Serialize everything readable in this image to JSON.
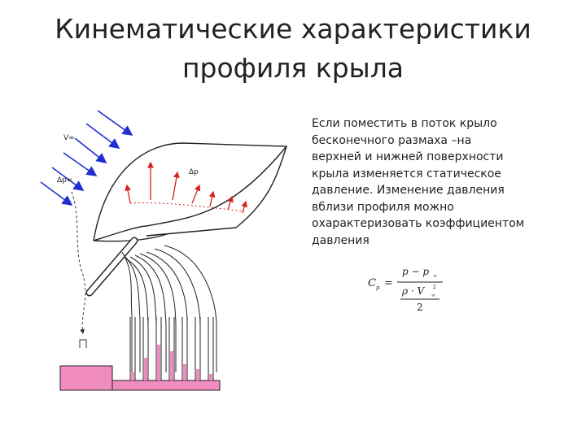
{
  "title": {
    "line1": "Кинематические характеристики",
    "line2": "профиля крыла"
  },
  "body": {
    "lines": [
      "Если поместить в поток крыло",
      "бесконечного размаха –на",
      "верхней и нижней поверхности",
      "крыла изменяется статическое",
      "давление. Изменение давления",
      "вблизи профиля можно",
      "охарактеризовать  коэффициентом",
      "давления"
    ]
  },
  "figure": {
    "label_v": "V∞",
    "label_dp": "Δp∞",
    "label_p": "Δp",
    "flow_arrow_color": "#1f2ed0",
    "pressure_arrow_color": "#d42020",
    "manometer_fill": "#f08cc0",
    "manometer_levels": [
      0.3,
      0.55,
      0.75,
      0.5,
      0.35,
      0.2,
      0.15,
      0.12
    ]
  },
  "formula": {
    "lhs": "C",
    "lhs_sub": "p",
    "eq": "=",
    "num": "p − p",
    "num_sub": "∞",
    "den_rho": "ρ · V",
    "den_sub": "∞",
    "den_sup": "2",
    "den_two": "2"
  }
}
